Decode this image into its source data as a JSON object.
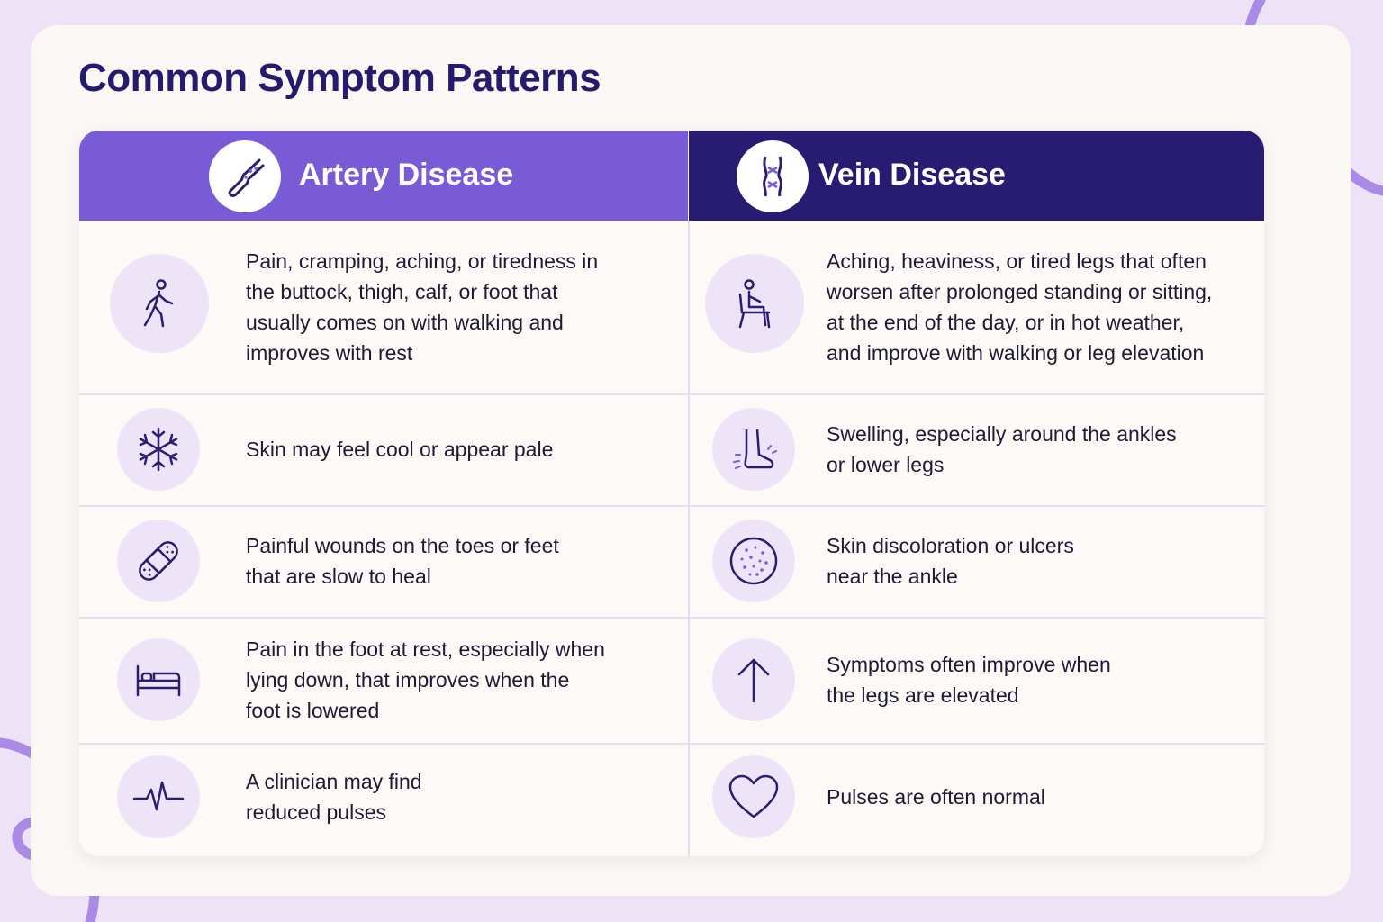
{
  "title": "Common Symptom Patterns",
  "colors": {
    "background": "#eee2f7",
    "card": "#fbf7f4",
    "title": "#261a6d",
    "artery_header": "#7a5bd6",
    "vein_header": "#271c72",
    "icon_circle": "#eee4f7",
    "icon_stroke": "#2a1f6e",
    "decoration": "#a98ae4"
  },
  "columns": {
    "artery": {
      "label": "Artery Disease",
      "icon": "artery-icon"
    },
    "vein": {
      "label": "Vein Disease",
      "icon": "vein-icon"
    }
  },
  "rows": [
    {
      "artery": {
        "icon": "walking-person-icon",
        "text": "Pain, cramping, aching, or tiredness in\nthe buttock, thigh, calf, or foot that\nusually comes on with walking and\nimproves with rest"
      },
      "vein": {
        "icon": "seated-person-icon",
        "text": "Aching, heaviness, or tired legs that often\nworsen after prolonged standing or sitting,\nat the end of the day, or in hot weather,\nand improve with walking or leg elevation"
      }
    },
    {
      "artery": {
        "icon": "snowflake-icon",
        "text": "Skin may feel cool or appear pale"
      },
      "vein": {
        "icon": "swollen-foot-icon",
        "text": "Swelling, especially around the ankles\nor lower legs"
      }
    },
    {
      "artery": {
        "icon": "bandage-icon",
        "text": "Painful wounds on the toes or feet\nthat are slow to heal"
      },
      "vein": {
        "icon": "skin-spots-icon",
        "text": "Skin discoloration or ulcers\nnear the ankle"
      }
    },
    {
      "artery": {
        "icon": "bed-icon",
        "text": "Pain in the foot at rest, especially when\nlying down, that improves when the\nfoot is lowered"
      },
      "vein": {
        "icon": "arrow-up-icon",
        "text": "Symptoms often improve when\nthe legs are elevated"
      }
    },
    {
      "artery": {
        "icon": "pulse-icon",
        "text": "A clinician may find\nreduced pulses"
      },
      "vein": {
        "icon": "heart-icon",
        "text": "Pulses are often normal"
      }
    }
  ]
}
